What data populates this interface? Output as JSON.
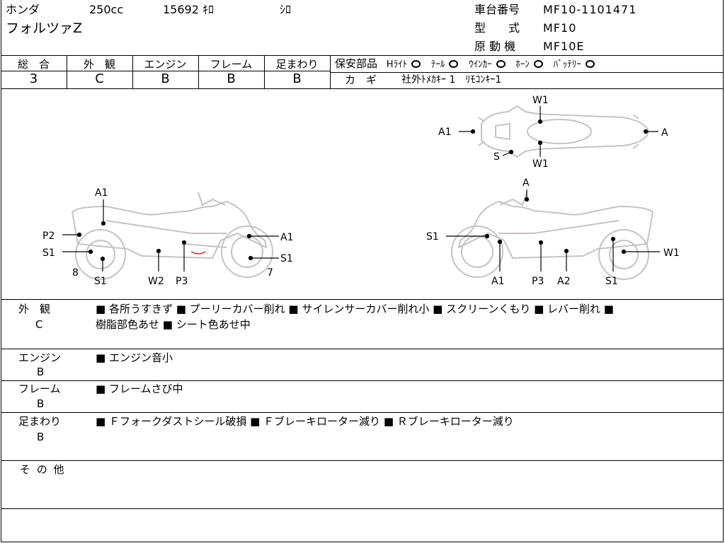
{
  "header": {
    "maker": "ホンダ",
    "displacement": "250cc",
    "mileage": "15692 ｷﾛ",
    "color": "ｼﾛ",
    "model_name": "フォルツァZ",
    "frame_no_label": "車台番号",
    "frame_no": "MF10-1101471",
    "type_label": "型　　式",
    "type": "MF10",
    "engine_label": "原 動 機",
    "engine": "MF10E"
  },
  "grades": [
    {
      "label": "総　合",
      "value": "3"
    },
    {
      "label": "外　観",
      "value": "C"
    },
    {
      "label": "エンジン",
      "value": "B"
    },
    {
      "label": "フレーム",
      "value": "B"
    },
    {
      "label": "足まわり",
      "value": "B"
    }
  ],
  "safety": {
    "label": "保安部品",
    "items": [
      "Hﾗｲﾄ",
      "ﾃｰﾙ",
      "ｳｲﾝｶｰ",
      "ﾎｰﾝ",
      "ﾊﾞｯﾃﾘｰ"
    ],
    "key_label": "カ　ギ",
    "key_value": "社外ﾄﾒｶｷｰ 1　ﾘﾓｺﾝｷｰ1"
  },
  "diagram": {
    "top_labels": [
      "W1",
      "A1",
      "A",
      "S",
      "W1"
    ],
    "left_labels": [
      "A1",
      "P2",
      "S1",
      "8",
      "S1",
      "W2",
      "P3",
      "A1",
      "S1",
      "7"
    ],
    "right_labels": [
      "A",
      "S1",
      "W1",
      "A1",
      "P3",
      "A2",
      "S1"
    ]
  },
  "notes": [
    {
      "label": "外　観",
      "grade": "C",
      "lines": [
        "■ 各所うすきず ■ プーリーカバー削れ ■ サイレンサーカバー削れ小 ■ スクリーンくもり ■ レバー削れ ■",
        "樹脂部色あせ ■ シート色あせ中"
      ]
    },
    {
      "label": "エンジン",
      "grade": "B",
      "lines": [
        "■ エンジン音小"
      ]
    },
    {
      "label": "フレーム",
      "grade": "B",
      "lines": [
        "■ フレームさび中"
      ]
    },
    {
      "label": "足まわり",
      "grade": "B",
      "lines": [
        "■ Ｆフォークダストシール破損 ■ Ｆブレーキローター減り ■ Ｒブレーキローター減り"
      ]
    },
    {
      "label": "そ の 他",
      "grade": "",
      "lines": [
        ""
      ]
    }
  ]
}
